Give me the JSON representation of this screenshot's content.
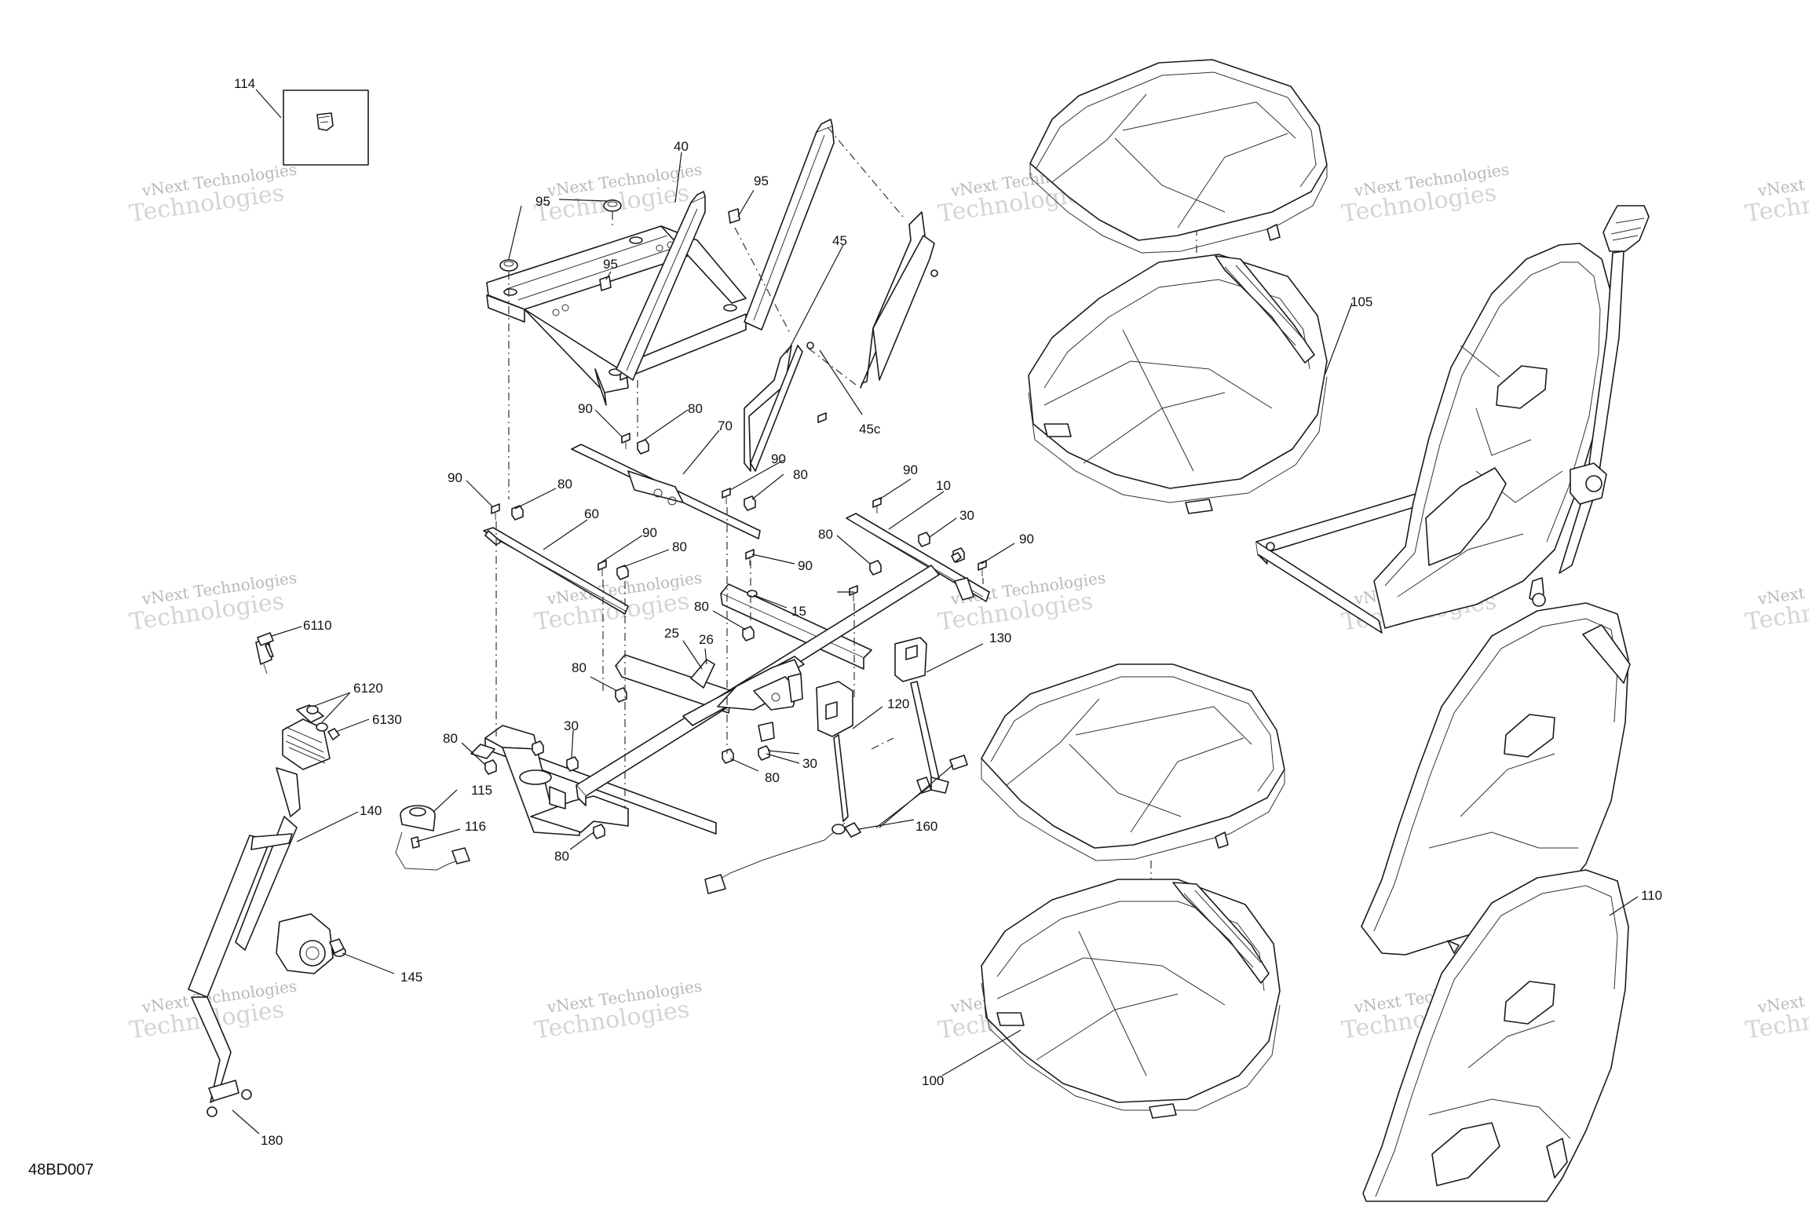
{
  "diagram_code": "48BD007",
  "watermark": {
    "line1": "vNext Technologies",
    "line2": "Technologies"
  },
  "callouts": [
    {
      "id": "c114",
      "text": "114"
    },
    {
      "id": "c40",
      "text": "40"
    },
    {
      "id": "c95a",
      "text": "95"
    },
    {
      "id": "c95b",
      "text": "95"
    },
    {
      "id": "c95c",
      "text": "95"
    },
    {
      "id": "c45",
      "text": "45"
    },
    {
      "id": "c45c",
      "text": "45c"
    },
    {
      "id": "c90a",
      "text": "90"
    },
    {
      "id": "c80a",
      "text": "80"
    },
    {
      "id": "c70",
      "text": "70"
    },
    {
      "id": "c90b",
      "text": "90"
    },
    {
      "id": "c80b",
      "text": "80"
    },
    {
      "id": "c90c",
      "text": "90"
    },
    {
      "id": "c80c",
      "text": "80"
    },
    {
      "id": "c60",
      "text": "60"
    },
    {
      "id": "c90d",
      "text": "90"
    },
    {
      "id": "c80d",
      "text": "80"
    },
    {
      "id": "c90e",
      "text": "90"
    },
    {
      "id": "c10",
      "text": "10"
    },
    {
      "id": "c30a",
      "text": "30"
    },
    {
      "id": "c80e",
      "text": "80"
    },
    {
      "id": "c90f",
      "text": "90"
    },
    {
      "id": "c90g",
      "text": "90"
    },
    {
      "id": "c15",
      "text": "15"
    },
    {
      "id": "c80f",
      "text": "80"
    },
    {
      "id": "c25",
      "text": "25"
    },
    {
      "id": "c26",
      "text": "26"
    },
    {
      "id": "c130",
      "text": "130"
    },
    {
      "id": "c80g",
      "text": "80"
    },
    {
      "id": "c120",
      "text": "120"
    },
    {
      "id": "c30b",
      "text": "30"
    },
    {
      "id": "c30c",
      "text": "30"
    },
    {
      "id": "c80h",
      "text": "80"
    },
    {
      "id": "c80i",
      "text": "80"
    },
    {
      "id": "c80j",
      "text": "80"
    },
    {
      "id": "c160",
      "text": "160"
    },
    {
      "id": "c6110",
      "text": "6110"
    },
    {
      "id": "c6120",
      "text": "6120"
    },
    {
      "id": "c6130",
      "text": "6130"
    },
    {
      "id": "c140",
      "text": "140"
    },
    {
      "id": "c115",
      "text": "115"
    },
    {
      "id": "c116",
      "text": "116"
    },
    {
      "id": "c145",
      "text": "145"
    },
    {
      "id": "c180",
      "text": "180"
    },
    {
      "id": "c105",
      "text": "105"
    },
    {
      "id": "c110",
      "text": "110"
    },
    {
      "id": "c100",
      "text": "100"
    }
  ]
}
